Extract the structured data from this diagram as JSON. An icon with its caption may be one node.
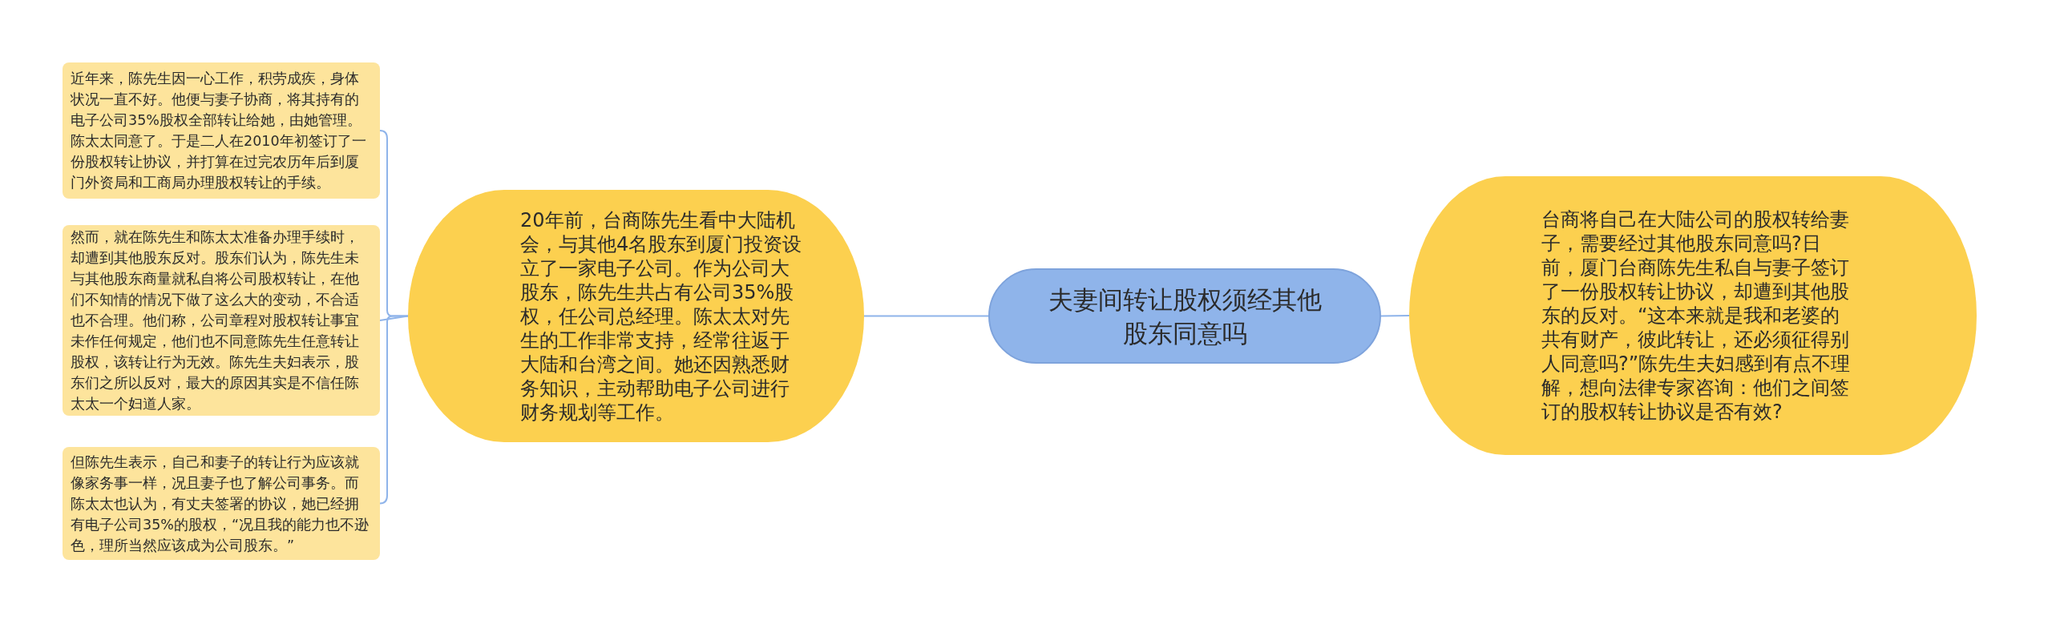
{
  "diagram": {
    "nodes": [
      {
        "text": [
          "夫妻间转让股权须经其他股东同意吗"
        ]
      },
      {
        "text": [
          "20年前，台商陈先生看中大陆机会，与其他4名股东到厦门投资设立了一家电子公司。作为公司大股东，陈先生共占有公司35%股权，任公司总经理。陈太太对先生的工作非常支持，经常往返于大陆和台湾之间。她还因熟悉财务知识，主动帮助电子公司进行财务规划等工作。"
        ]
      },
      {
        "text": [
          "台商将自己在大陆公司的股权转给妻子，需要经过其他股东同意吗?日前，厦门台商陈先生私自与妻子签订了一份股权转让协议，却遭到其他股东的反对。“这本来就是我和老婆的共有财产，彼此转让，还必须征得别人同意吗?”陈先生夫妇感到有点不理解，想向法律专家咨询：他们之间签订的股权转让协议是否有效?"
        ]
      },
      {
        "text": [
          "近年来，陈先生因一心工作，积劳成疾，身体状况一直不好。他便与妻子协商，将其持有的电子公司35%股权全部转让给她，由她管理。陈太太同意了。于是二人在2010年初签订了一份股权转让协议，并打算在过完农历年后到厦门外资局和工商局办理股权转让的手续。"
        ]
      },
      {
        "text": [
          "然而，就在陈先生和陈太太准备办理手续时，却遭到其他股东反对。股东们认为，陈先生未与其他股东商量就私自将公司股权转让，在他们不知情的情况下做了这么大的变动，不合适也不合理。他们称，公司章程对股权转让事宜未作任何规定，他们也不同意陈先生任意转让股权，该转让行为无效。陈先生夫妇表示，股东们之所以反对，最大的原因其实是不信任陈太太一个妇道人家。"
        ]
      },
      {
        "text": [
          "但陈先生表示，自己和妻子的转让行为应该就像家务事一样，况且妻子也了解公司事务。而陈太太也认为，有丈夫签署的协议，她已经拥有电子公司35%的股权，“况且我的能力也不逊色，理所当然应该成为公司股东。”"
        ]
      }
    ],
    "edges": [
      {
        "from": 0,
        "to": 1,
        "arrow": "none"
      },
      {
        "from": 0,
        "to": 2,
        "arrow": "none"
      },
      {
        "from": 1,
        "to": 3,
        "arrow": "none"
      },
      {
        "from": 1,
        "to": 4,
        "arrow": "none"
      },
      {
        "from": 1,
        "to": 5,
        "arrow": "none"
      }
    ]
  }
}
